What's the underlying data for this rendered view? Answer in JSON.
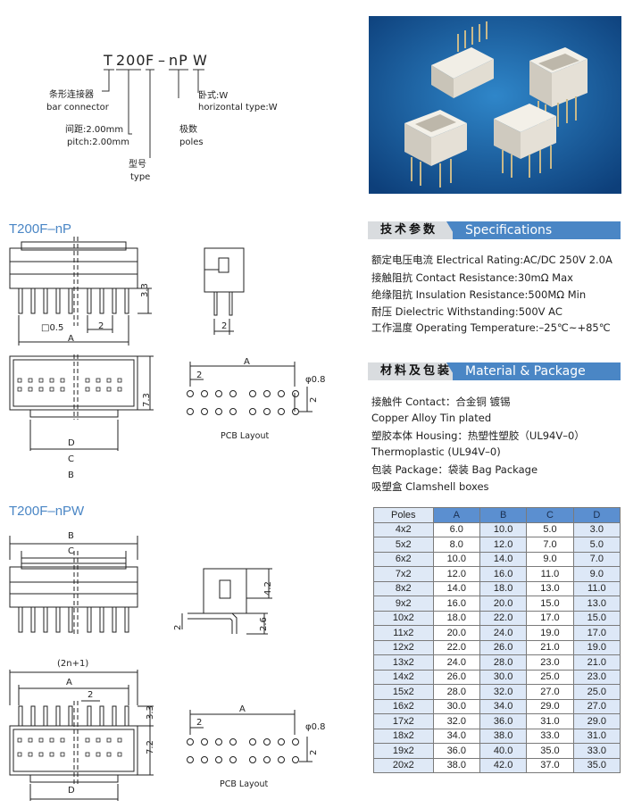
{
  "code": {
    "t": "T",
    "n200": "200",
    "f": "F",
    "dash": "–",
    "np": "nP",
    "w": "W"
  },
  "legend": {
    "bar_cn": "条形连接器",
    "bar_en": "bar connector",
    "pitch_cn": "间距:2.00mm",
    "pitch_en": "pitch:2.00mm",
    "type_cn": "型号",
    "type_en": "type",
    "horiz_cn": "卧式:W",
    "horiz_en": "horizontal type:W",
    "poles_cn": "极数",
    "poles_en": "poles"
  },
  "section1": {
    "title": "T200F–nP",
    "dim_33": "3.3",
    "dim_05": "□0.5",
    "dim_2a": "2",
    "dim_A": "A",
    "dim_2side": "2",
    "dim_73": "7.3",
    "dim_D": "D",
    "dim_C": "C",
    "dim_B": "B",
    "pcb_A": "A",
    "pcb_2": "2",
    "pcb_phi": "φ0.8",
    "pcb_2v": "2",
    "pcb_label": "PCB Layout"
  },
  "section2": {
    "title": "T200F–nPW",
    "dim_B": "B",
    "dim_C": "C",
    "dim_42": "4.2",
    "dim_26": "2.6",
    "dim_2side": "2",
    "dim_2n1": "(2n+1)",
    "dim_A": "A",
    "dim_2": "2",
    "dim_33": "3.3",
    "dim_72": "7.2",
    "dim_D": "D",
    "pcb_A": "A",
    "pcb_2": "2",
    "pcb_phi": "φ0.8",
    "pcb_2v": "2",
    "pcb_label": "PCB Layout"
  },
  "specs": {
    "banner_cn": "技术参数",
    "banner_en": "Specifications",
    "lines": [
      "额定电压电流 Electrical Rating:AC/DC 250V 2.0A",
      "接触阻抗 Contact Resistance:30mΩ Max",
      "绝缘阻抗 Insulation Resistance:500MΩ Min",
      "耐压 Dielectric Withstanding:500V AC",
      "工作温度 Operating Temperature:–25℃~+85℃"
    ]
  },
  "material": {
    "banner_cn": "材料及包装",
    "banner_en": "Material & Package",
    "lines": [
      "接触件 Contact：合金铜 镀锡",
      "Copper Alloy Tin plated",
      "塑胶本体 Housing：热塑性塑胶（UL94V–0）",
      "Thermoplastic (UL94V–0)",
      "包装 Package：袋装 Bag Package",
      "吸塑盒 Clamshell boxes"
    ]
  },
  "table": {
    "headers": [
      "Poles",
      "A",
      "B",
      "C",
      "D"
    ],
    "rows": [
      [
        "4x2",
        "6.0",
        "10.0",
        "5.0",
        "3.0"
      ],
      [
        "5x2",
        "8.0",
        "12.0",
        "7.0",
        "5.0"
      ],
      [
        "6x2",
        "10.0",
        "14.0",
        "9.0",
        "7.0"
      ],
      [
        "7x2",
        "12.0",
        "16.0",
        "11.0",
        "9.0"
      ],
      [
        "8x2",
        "14.0",
        "18.0",
        "13.0",
        "11.0"
      ],
      [
        "9x2",
        "16.0",
        "20.0",
        "15.0",
        "13.0"
      ],
      [
        "10x2",
        "18.0",
        "22.0",
        "17.0",
        "15.0"
      ],
      [
        "11x2",
        "20.0",
        "24.0",
        "19.0",
        "17.0"
      ],
      [
        "12x2",
        "22.0",
        "26.0",
        "21.0",
        "19.0"
      ],
      [
        "13x2",
        "24.0",
        "28.0",
        "23.0",
        "21.0"
      ],
      [
        "14x2",
        "26.0",
        "30.0",
        "25.0",
        "23.0"
      ],
      [
        "15x2",
        "28.0",
        "32.0",
        "27.0",
        "25.0"
      ],
      [
        "16x2",
        "30.0",
        "34.0",
        "29.0",
        "27.0"
      ],
      [
        "17x2",
        "32.0",
        "36.0",
        "31.0",
        "29.0"
      ],
      [
        "18x2",
        "34.0",
        "38.0",
        "33.0",
        "31.0"
      ],
      [
        "19x2",
        "36.0",
        "40.0",
        "35.0",
        "33.0"
      ],
      [
        "20x2",
        "38.0",
        "42.0",
        "37.0",
        "35.0"
      ]
    ]
  }
}
